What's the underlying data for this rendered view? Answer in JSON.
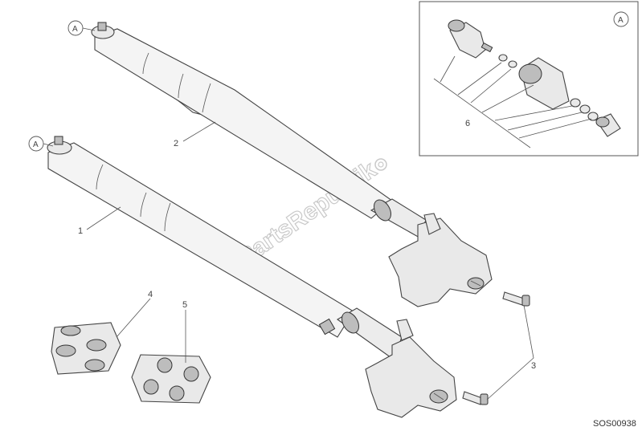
{
  "diagram": {
    "callouts": {
      "c1": "1",
      "c2": "2",
      "c3": "3",
      "c4": "4",
      "c5": "5",
      "c6": "6"
    },
    "reference_marks": {
      "ref_top_fork": "A",
      "ref_bottom_fork": "A",
      "ref_inset": "A"
    },
    "drawing_code": "SOS00938",
    "watermark": "PartsRepublik"
  }
}
